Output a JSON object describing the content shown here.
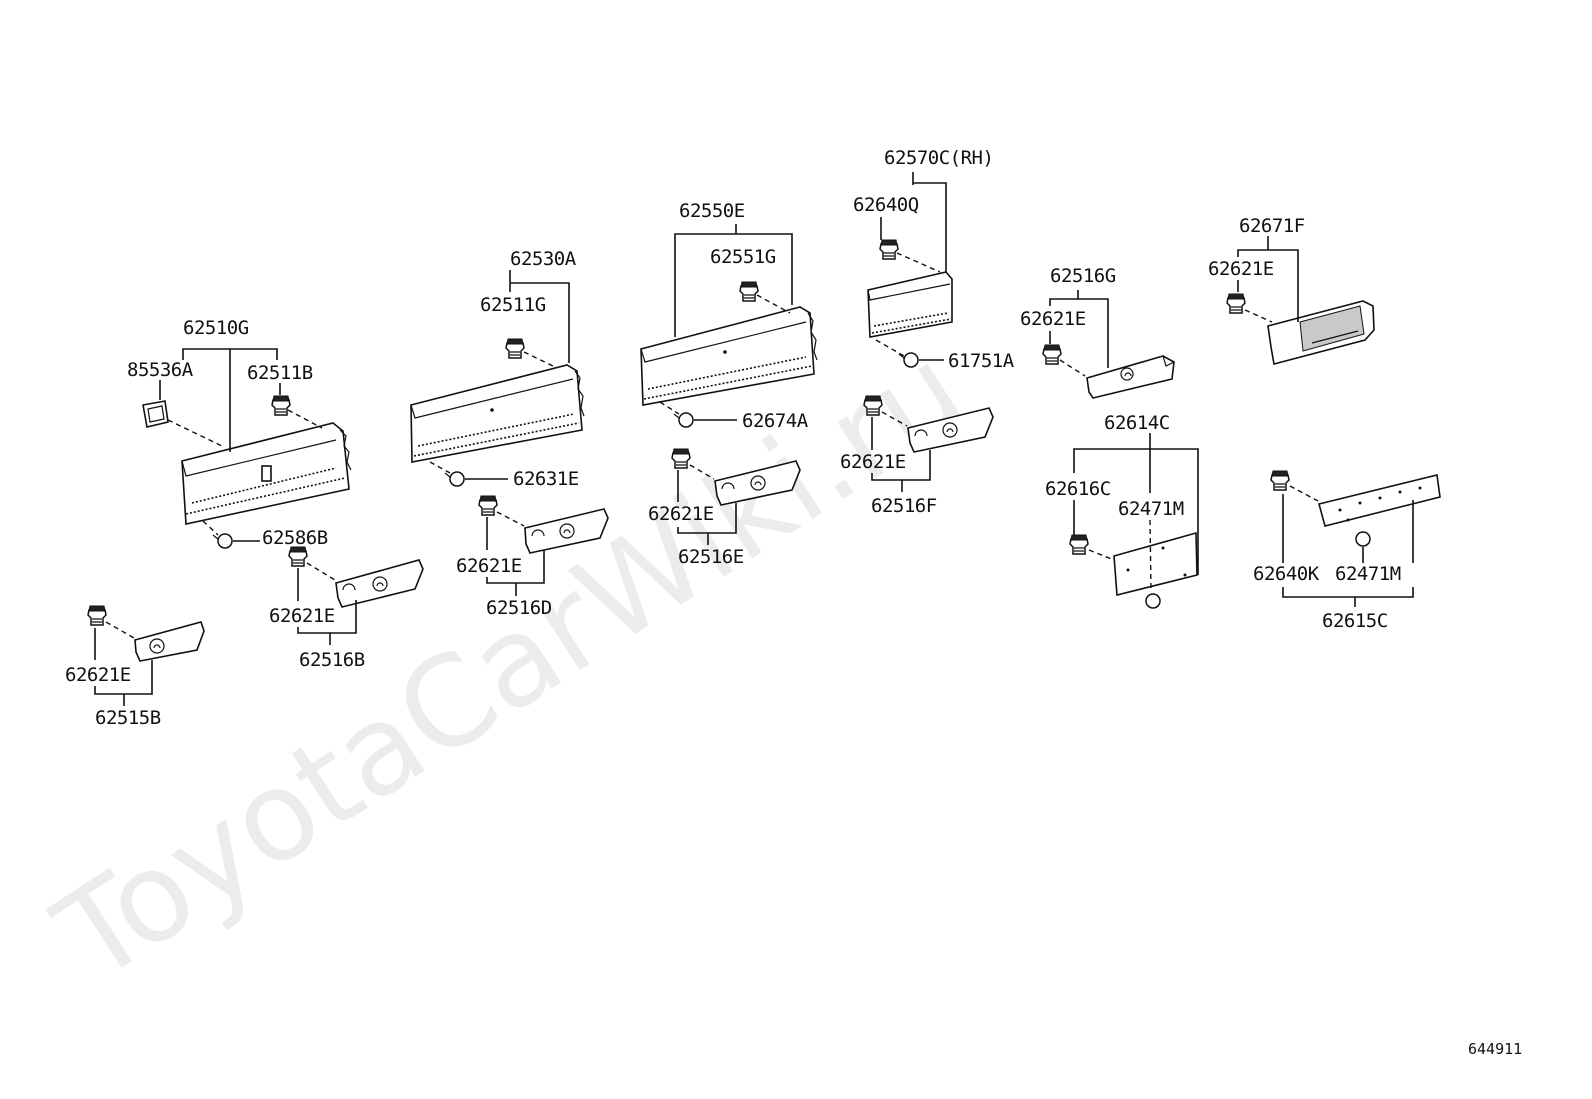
{
  "watermark": "ToyotaCarWiki.ru",
  "figure_id": "644911",
  "labels": {
    "p62510G": "62510G",
    "p85536A": "85536A",
    "p62511B": "62511B",
    "p62586B": "62586B",
    "p62530A": "62530A",
    "p62511G": "62511G",
    "p62631E": "62631E",
    "p62550E": "62550E",
    "p62551G": "62551G",
    "p62674A": "62674A",
    "p62570C": "62570C(RH)",
    "p62640Q": "62640Q",
    "p61751A": "61751A",
    "p62516G": "62516G",
    "p62621E_g": "62621E",
    "p62671F": "62671F",
    "p62621E_f": "62621E",
    "p62614C": "62614C",
    "p62616C": "62616C",
    "p62471M_a": "62471M",
    "p62640K": "62640K",
    "p62471M_b": "62471M",
    "p62615C": "62615C",
    "p62621E_a": "62621E",
    "p62515B": "62515B",
    "p62621E_b": "62621E",
    "p62516B": "62516B",
    "p62621E_d": "62621E",
    "p62516D": "62516D",
    "p62621E_e": "62621E",
    "p62516E": "62516E",
    "p62621E_fl": "62621E",
    "p62516F": "62516F"
  }
}
